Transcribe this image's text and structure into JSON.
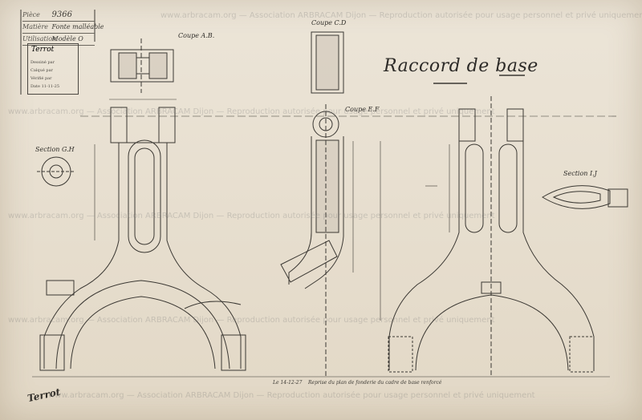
{
  "cartouche": {
    "piece_label": "Pièce",
    "piece_value": "9366",
    "material_label": "Matière",
    "material_value": "Fonte malléable",
    "usage_label": "Utilisation",
    "usage_value": "Modèle O",
    "brand": "Terrot",
    "drawn_label": "Dessiné par",
    "checked_label": "Calqué par",
    "verified_label": "Vérifié par",
    "date_label": "Date",
    "date_value": "11-11-25"
  },
  "title": "Raccord de base",
  "sections": {
    "coupe_ab": "Coupe A.B.",
    "coupe_cd": "Coupe C.D",
    "coupe_ef": "Coupe E.F",
    "section_gh": "Section G.H",
    "section_ij": "Section I.J"
  },
  "footnote": "Reprise du plan de fonderie du cadre de base renforcé",
  "footnote_date": "Le 14-12-27",
  "signature": "Terrot",
  "watermark": "www.arbracam.org — Association ARBRACAM Dijon — Reproduction autorisée pour usage personnel et privé uniquement",
  "colors": {
    "paper": "#e9e1d3",
    "ink": "#2d2b28",
    "watermark": "#9a9a9a"
  }
}
